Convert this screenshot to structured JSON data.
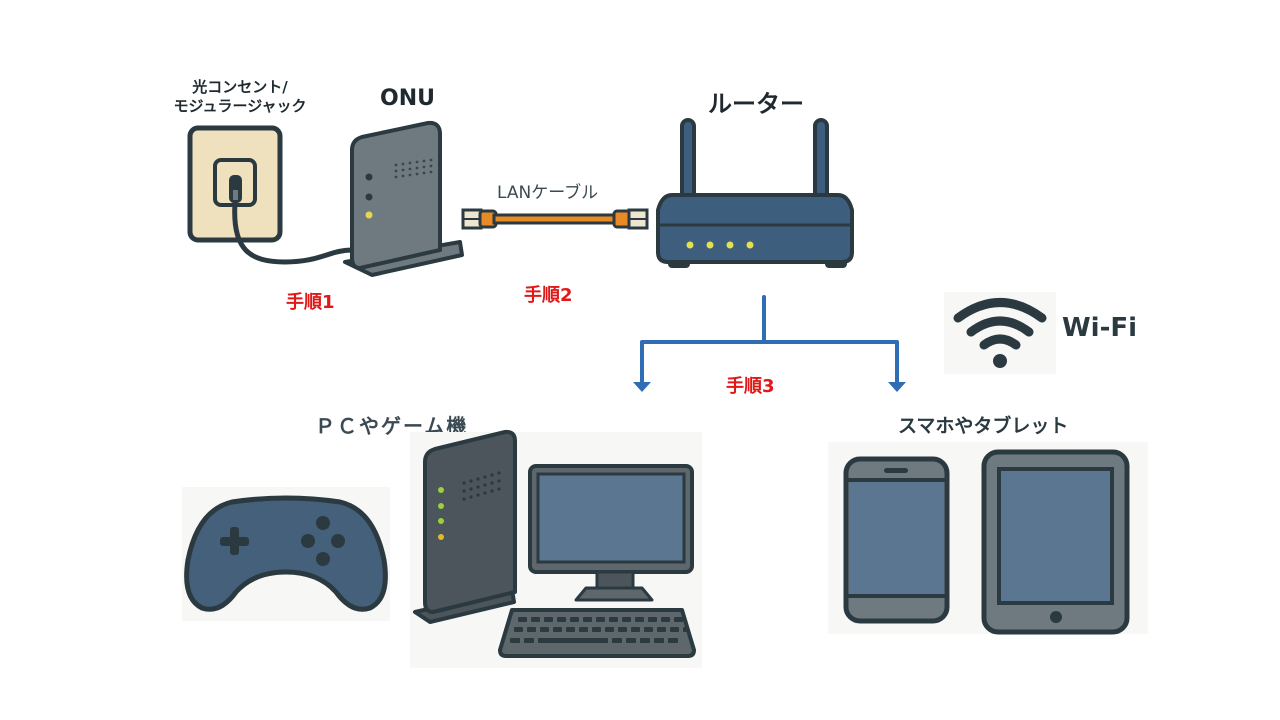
{
  "diagram": {
    "nodes": {
      "wall_jack": {
        "label_line1": "光コンセント/",
        "label_line2": "モジュラージャック"
      },
      "onu": {
        "label": "ONU"
      },
      "lan_cable": {
        "label": "LANケーブル"
      },
      "router": {
        "label": "ルーター"
      },
      "wifi": {
        "label": "Wi-Fi"
      },
      "pc_game": {
        "label": "ＰＣやゲーム機"
      },
      "mobile": {
        "label": "スマホやタブレット"
      }
    },
    "steps": [
      {
        "label": "手順1"
      },
      {
        "label": "手順2"
      },
      {
        "label": "手順3"
      }
    ],
    "colors": {
      "step_text": "#e01818",
      "arrow": "#2f6db5",
      "device_dark": "#2b3a40",
      "router_body": "#3d5e7c",
      "cable": "#e88a25",
      "jack_plate": "#efe0be"
    }
  }
}
